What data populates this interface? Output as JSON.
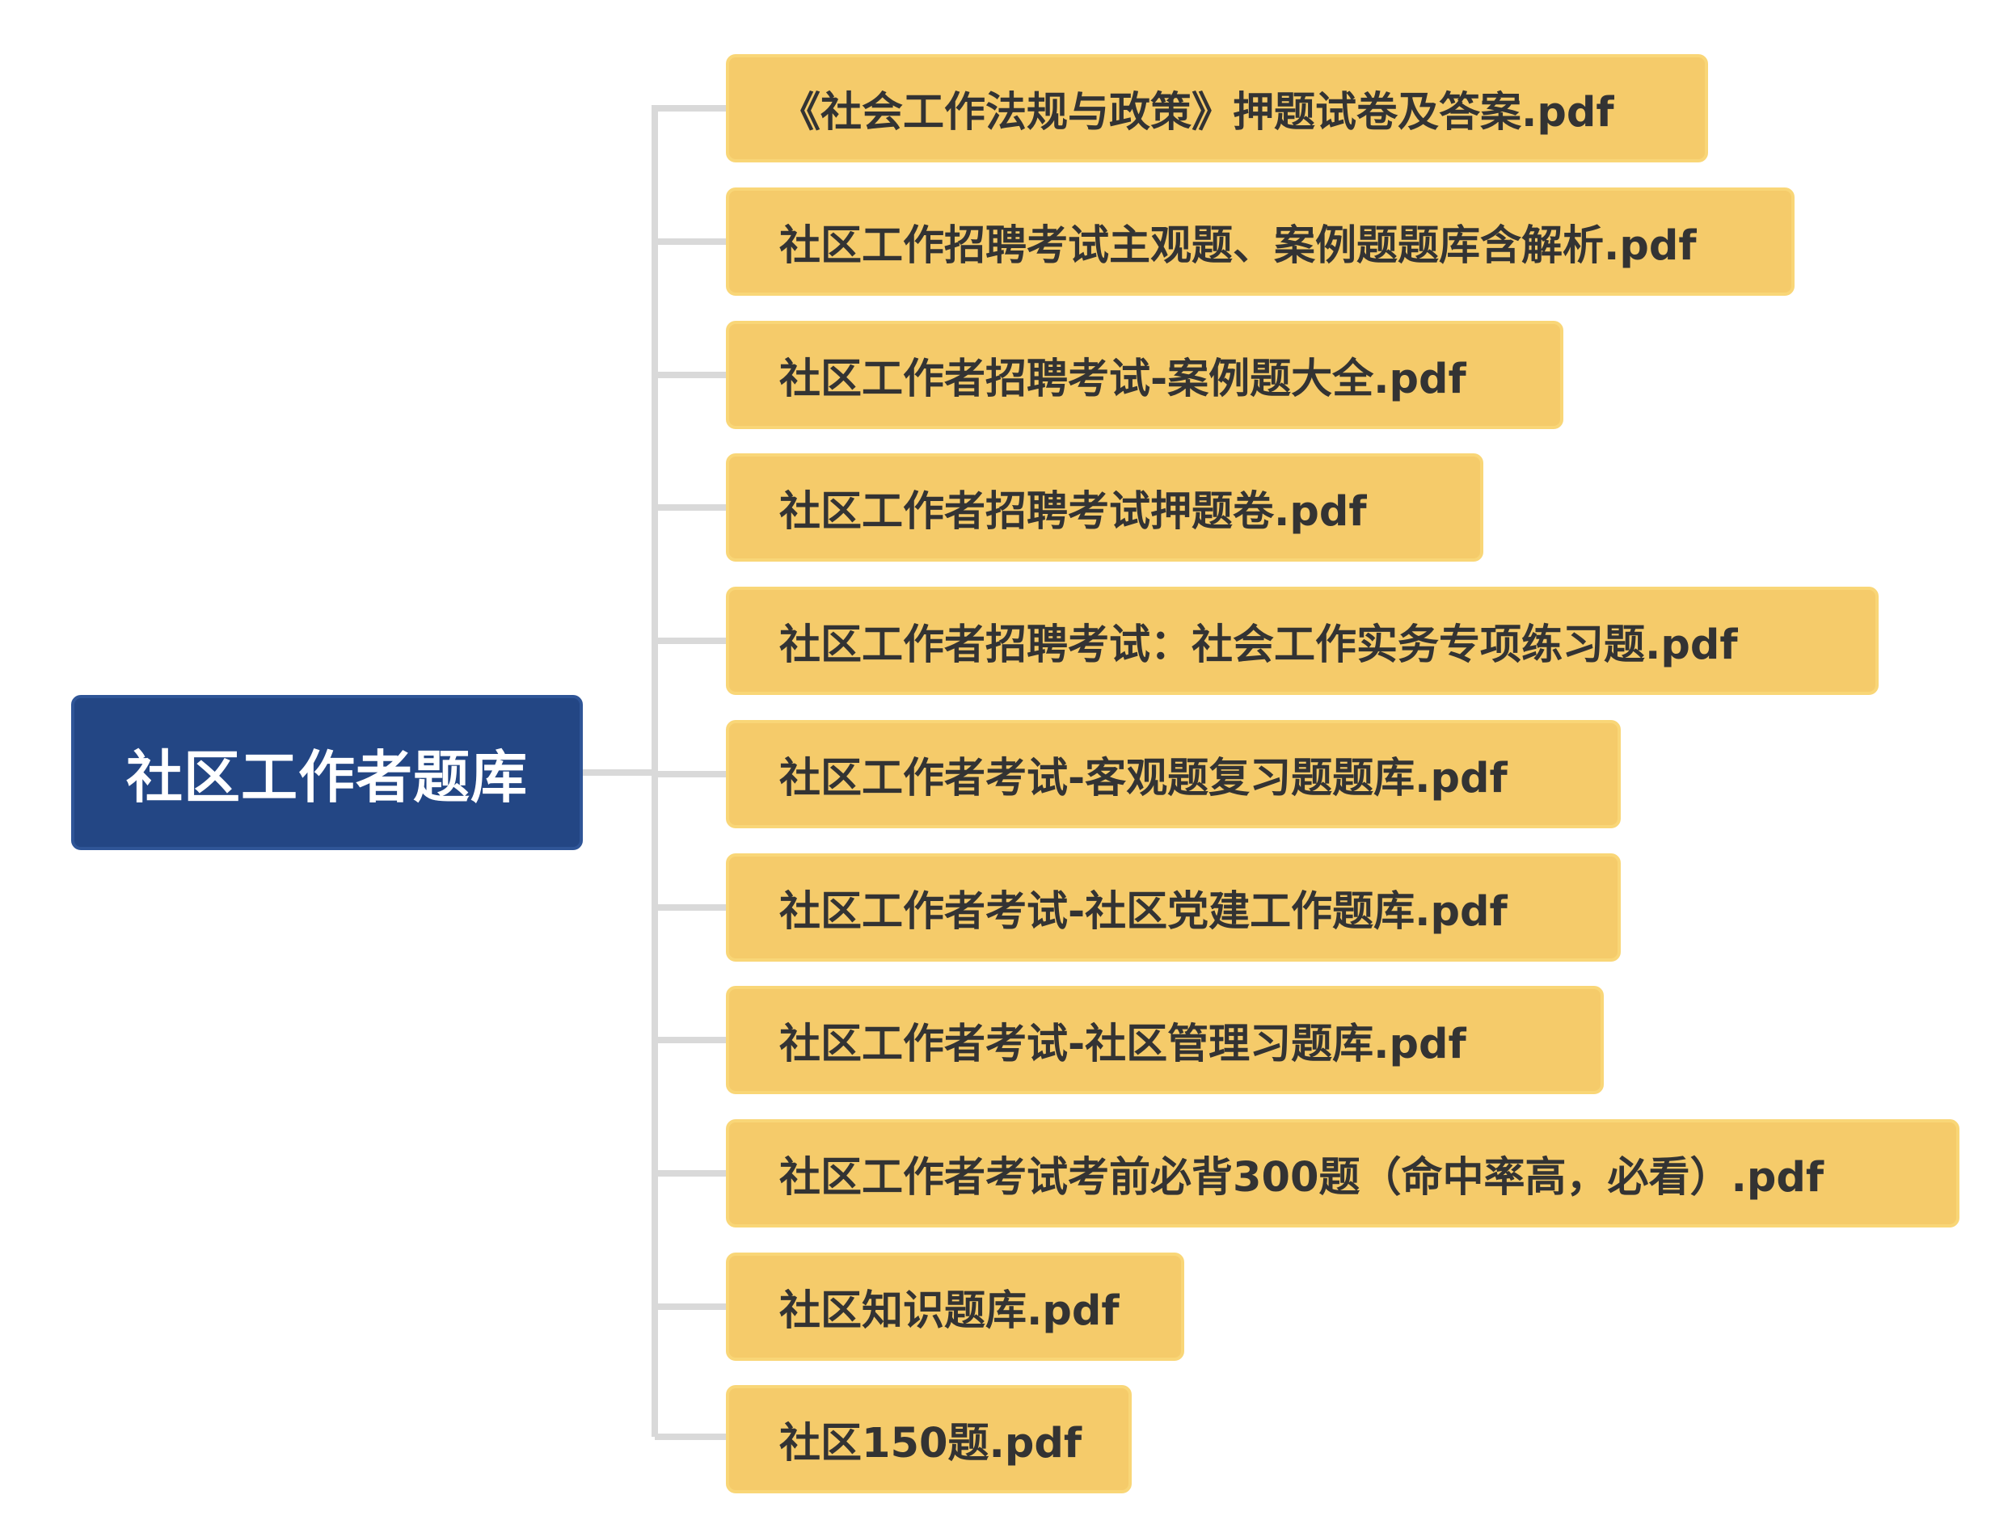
{
  "root": {
    "label": "社区工作者题库"
  },
  "children": [
    {
      "label": "《社会工作法规与政策》押题试卷及答案.pdf"
    },
    {
      "label": "社区工作招聘考试主观题、案例题题库含解析.pdf"
    },
    {
      "label": "社区工作者招聘考试-案例题大全.pdf"
    },
    {
      "label": "社区工作者招聘考试押题卷.pdf"
    },
    {
      "label": "社区工作者招聘考试：社会工作实务专项练习题.pdf"
    },
    {
      "label": "社区工作者考试-客观题复习题题库.pdf"
    },
    {
      "label": "社区工作者考试-社区党建工作题库.pdf"
    },
    {
      "label": "社区工作者考试-社区管理习题库.pdf"
    },
    {
      "label": "社区工作者考试考前必背300题（命中率高，必看）.pdf"
    },
    {
      "label": "社区知识题库.pdf"
    },
    {
      "label": "社区150题.pdf"
    }
  ],
  "colors": {
    "root_fill": "#234684",
    "child_fill": "#f5cb6a",
    "connector": "#d9d9d9",
    "child_text": "#333333",
    "root_text": "#ffffff"
  }
}
